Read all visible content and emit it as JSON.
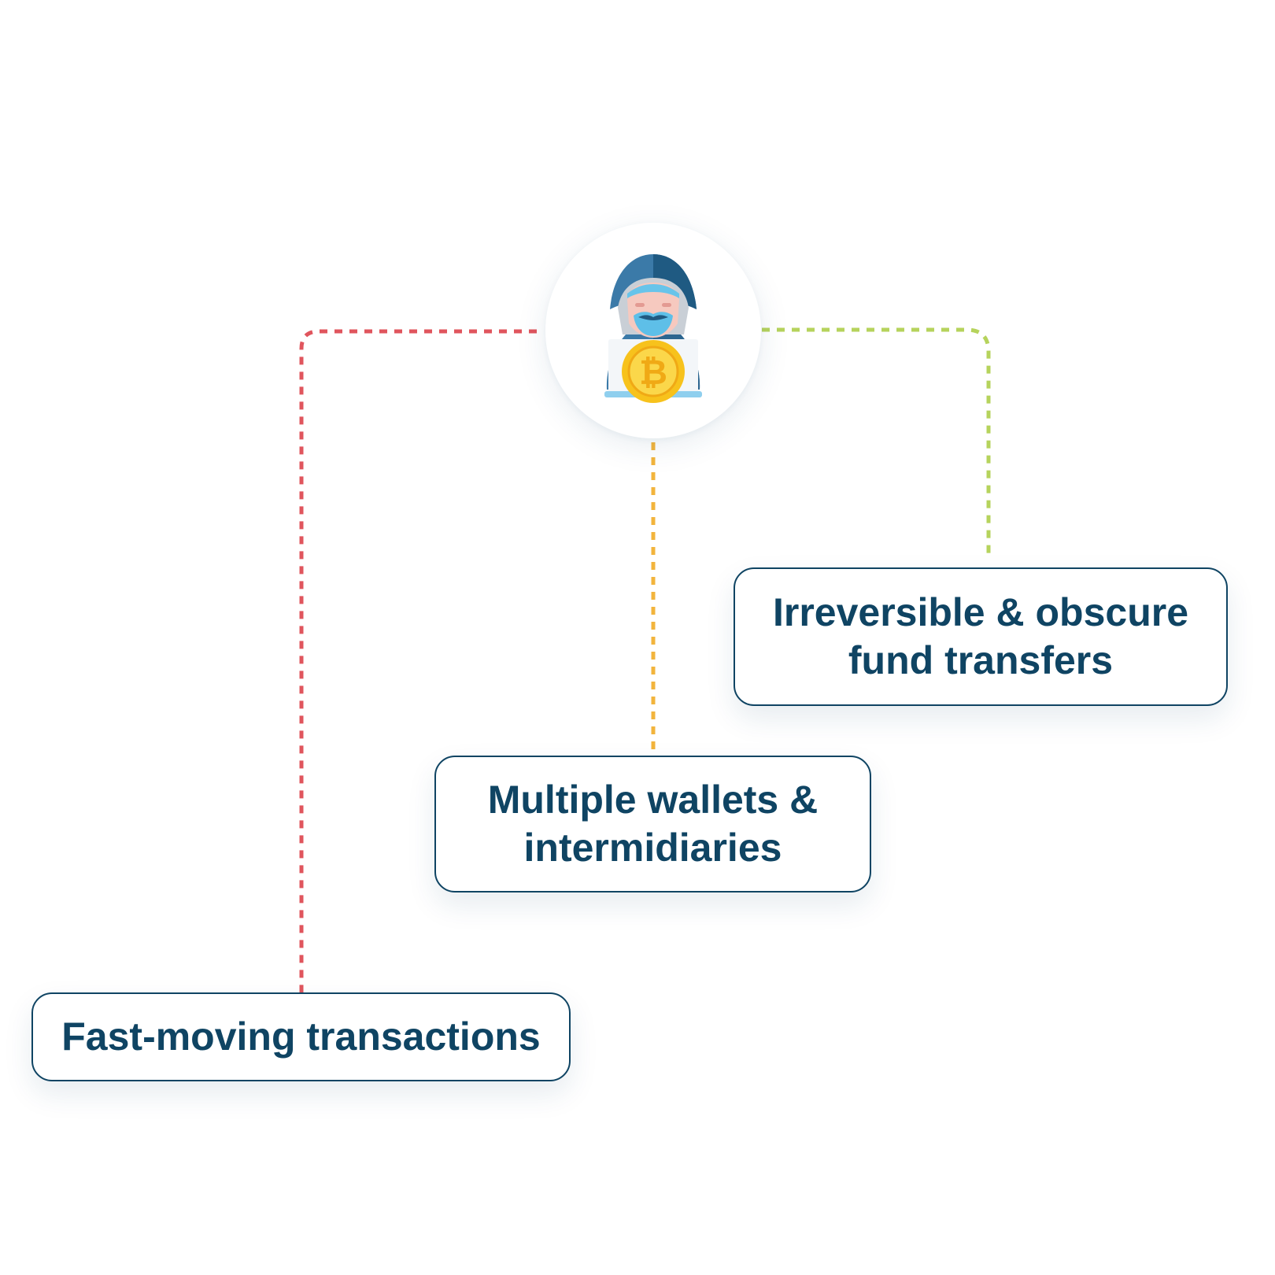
{
  "diagram": {
    "hub": {
      "icon": "hooded-hacker-bitcoin-icon",
      "coin_symbol": "₿"
    },
    "nodes": [
      {
        "id": "irreversible",
        "line1": "Irreversible & obscure",
        "line2": "fund transfers",
        "connector_color": "#b6d35c"
      },
      {
        "id": "wallets",
        "line1": "Multiple wallets &",
        "line2": "intermidiaries",
        "connector_color": "#f2b43c"
      },
      {
        "id": "fast",
        "line1": "Fast-moving transactions",
        "connector_color": "#e0555d"
      }
    ],
    "colors": {
      "text": "#0f4463",
      "border": "#0f4463"
    }
  }
}
